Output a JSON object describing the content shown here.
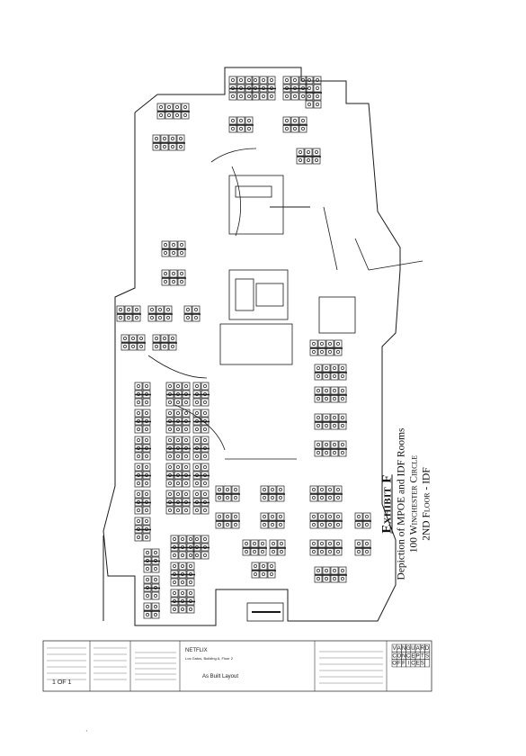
{
  "exhibit": {
    "title": "Exhibit F",
    "subtitle": "Depiction of MPOE and IDF Rooms",
    "address": "100 Winchester Circle",
    "floor": "2ND Floor - IDF"
  },
  "title_block": {
    "client": "NETFLIX",
    "project_line": "Los Gatos, Building A, Floor 2",
    "drawing_title": "As Built Layout",
    "sheet_label": "1 OF 1"
  },
  "logo": {
    "rows": [
      [
        "V",
        "A",
        "N",
        "G",
        "U",
        "A",
        "R",
        "D"
      ],
      [
        "C",
        "O",
        "N",
        "C",
        "E",
        "P",
        "T",
        "S"
      ],
      [
        "O",
        "F",
        "F",
        "I",
        "C",
        "E",
        "S",
        ""
      ]
    ]
  },
  "colors": {
    "ink": "#1a1a1a",
    "paper": "#ffffff"
  }
}
